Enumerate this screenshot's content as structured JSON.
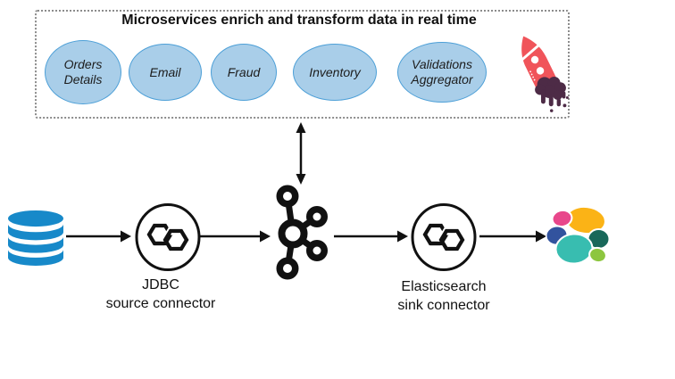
{
  "title": "Microservices enrich and transform data in real time",
  "microservices": [
    {
      "lines": [
        "Orders",
        "Details"
      ]
    },
    {
      "lines": [
        "Email"
      ]
    },
    {
      "lines": [
        "Fraud"
      ]
    },
    {
      "lines": [
        "Inventory"
      ]
    },
    {
      "lines": [
        "Validations",
        "Aggregator"
      ]
    }
  ],
  "connectors": {
    "jdbc": {
      "lines": [
        "JDBC",
        "source connector"
      ]
    },
    "elasticsearch": {
      "lines": [
        "Elasticsearch",
        "sink connector"
      ]
    }
  },
  "icons": {
    "database": "database-cylinder-icon",
    "kafka": "kafka-logo-icon",
    "connector_circle": "kafka-connect-hexagons-icon",
    "elasticsearch": "elasticsearch-cluster-logo-icon",
    "rocket": "rocket-icon",
    "double_arrow": "double-headed-arrow-icon"
  },
  "colors": {
    "service_fill": "#A9CEE9",
    "service_stroke": "#4C9FD7",
    "database_blue": "#1789C9",
    "rocket_red": "#F0545A",
    "rocket_flame": "#4D2B46",
    "elastic_yellow": "#FBB316",
    "elastic_pink": "#E8478B",
    "elastic_navy": "#32539E",
    "elastic_dark_green": "#19685A",
    "elastic_teal": "#38BDB0",
    "elastic_light_green": "#8DC63F",
    "line_black": "#111111",
    "box_border_gray": "#8C8C8C"
  }
}
